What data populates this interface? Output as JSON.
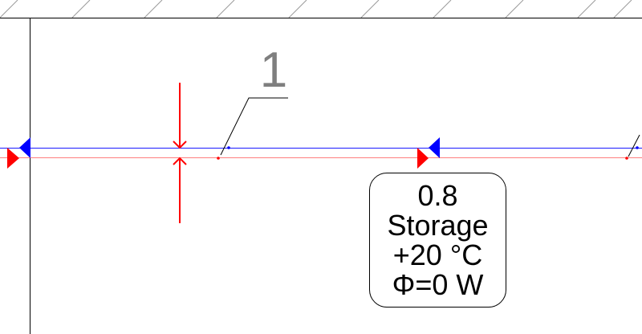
{
  "colors": {
    "line_blue": "#1a1aff",
    "line_red": "#ff7f7f",
    "marker_red": "#ff0000",
    "marker_blue": "#0000ff",
    "label_gray": "#7f7f7f",
    "ink": "#000000"
  },
  "icons": {
    "left_markers": "triangle-markers",
    "mid_markers": "triangle-markers",
    "dimension": "inward-arrows"
  },
  "callout": {
    "number": "1"
  },
  "room_tag": {
    "value": "0.8",
    "name": "Storage",
    "temperature": "+20 °C",
    "heat_flow": "Φ=0 W"
  }
}
